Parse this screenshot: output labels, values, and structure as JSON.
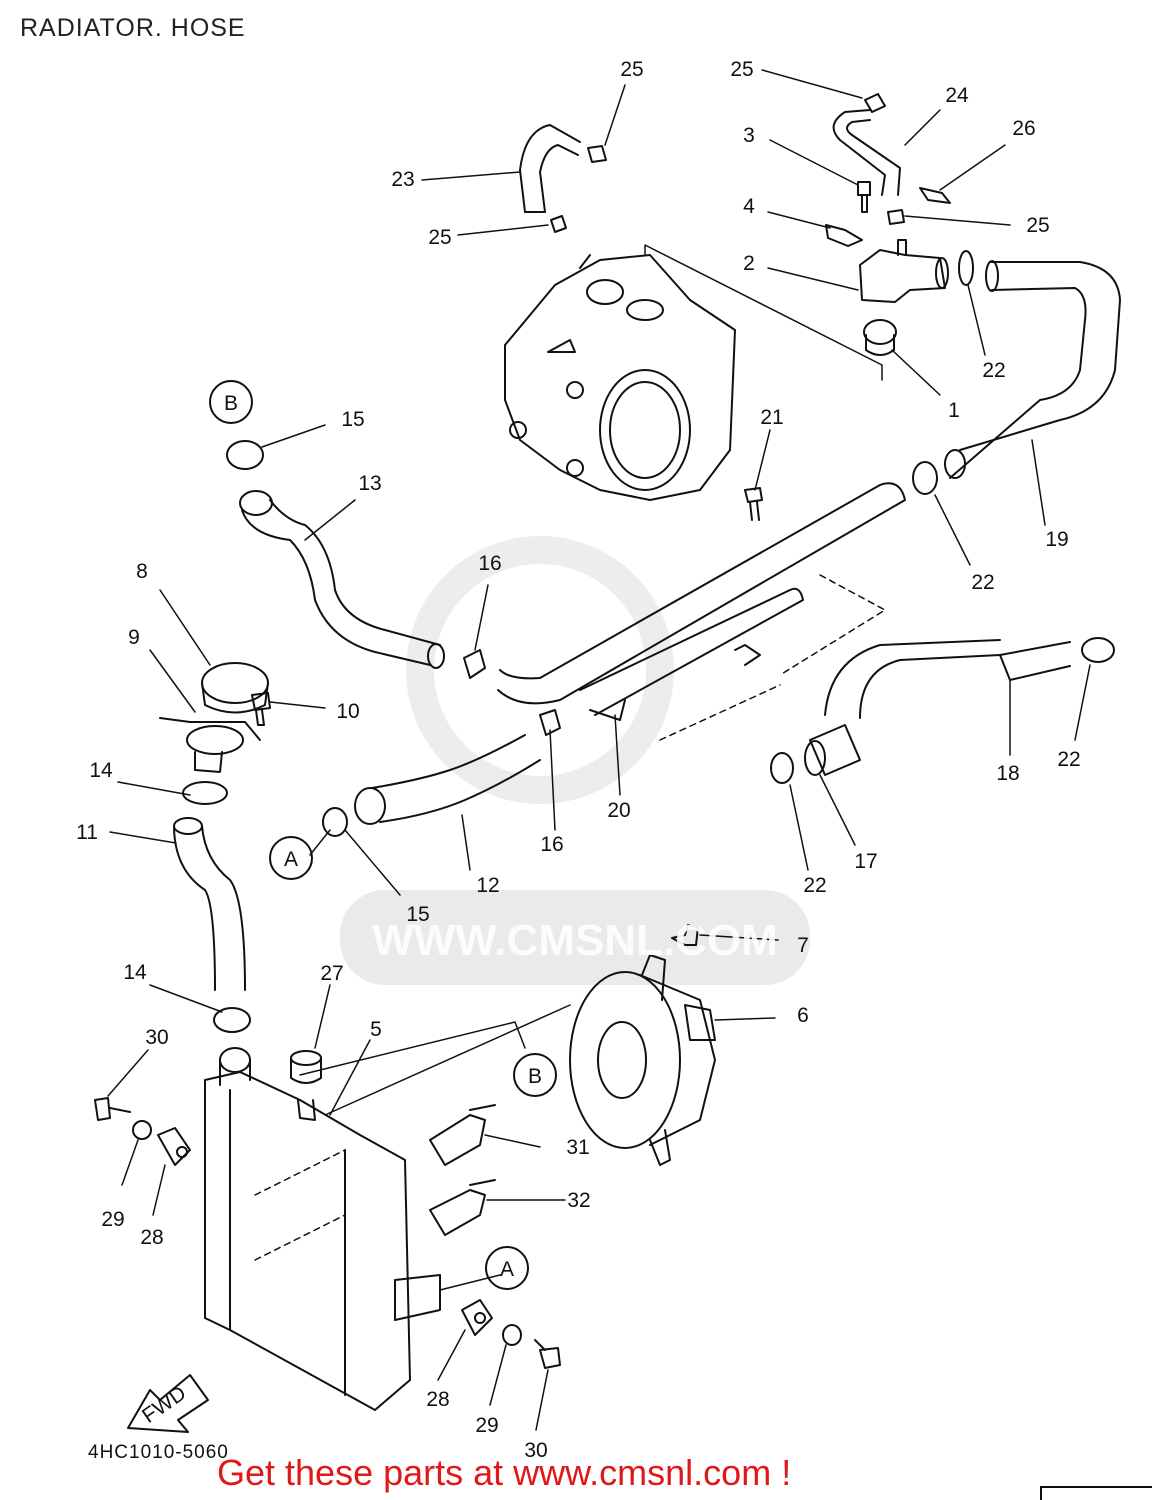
{
  "title": "RADIATOR. HOSE",
  "diagram_code": "4HC1010-5060",
  "promo_text": "Get these parts at www.cmsnl.com !",
  "watermark": "WWW.CMSNL.COM",
  "fwd_label": "FWD",
  "callouts": {
    "c1": "1",
    "c2": "2",
    "c3": "3",
    "c4": "4",
    "c5": "5",
    "c6": "6",
    "c7": "7",
    "c8": "8",
    "c9": "9",
    "c10": "10",
    "c11": "11",
    "c12": "12",
    "c13": "13",
    "c14a": "14",
    "c14b": "14",
    "c15a": "15",
    "c15b": "15",
    "c16a": "16",
    "c16b": "16",
    "c17": "17",
    "c18": "18",
    "c19": "19",
    "c20": "20",
    "c21": "21",
    "c22a": "22",
    "c22b": "22",
    "c22c": "22",
    "c22d": "22",
    "c23": "23",
    "c24": "24",
    "c25a": "25",
    "c25b": "25",
    "c25c": "25",
    "c25d": "25",
    "c26": "26",
    "c27": "27",
    "c28a": "28",
    "c28b": "28",
    "c29a": "29",
    "c29b": "29",
    "c30a": "30",
    "c30b": "30",
    "c31": "31",
    "c32": "32"
  },
  "refs": {
    "a1": "A",
    "a2": "A",
    "b1": "B",
    "b2": "B"
  }
}
